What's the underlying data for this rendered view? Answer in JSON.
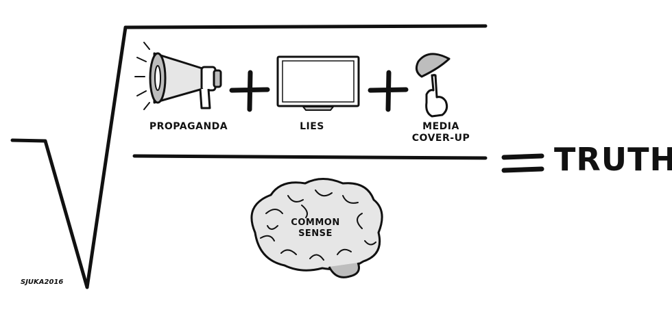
{
  "equation": {
    "terms": [
      {
        "label": "PROPAGANDA",
        "icon": "megaphone-icon"
      },
      {
        "label": "LIES",
        "icon": "tv-screen-icon"
      },
      {
        "label_line1": "MEDIA",
        "label_line2": "COVER-UP",
        "icon": "hush-finger-icon"
      }
    ],
    "denominator": {
      "label_line1": "COMMON",
      "label_line2": "SENSE",
      "icon": "brain-icon"
    },
    "result": "TRUTH"
  },
  "signature": "SJUKA2016",
  "colors": {
    "ink": "#111111",
    "fill_light": "#e6e6e6",
    "fill_mid": "#bdbdbd",
    "background": "#ffffff"
  }
}
